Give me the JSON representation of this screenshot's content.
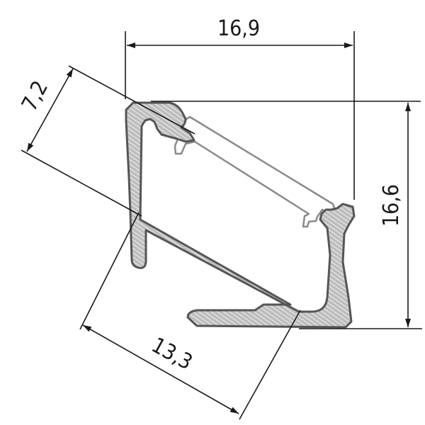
{
  "diagram": {
    "type": "technical-cross-section",
    "subject": "corner LED aluminium profile with diffuser",
    "units": "mm",
    "colors": {
      "line": "#1a1a1a",
      "profile_fill": "#c8c8c8",
      "profile_hatch": "#ffffff",
      "profile_outline": "#555555",
      "diffuser_outline": "#8a8a8a"
    },
    "dimensions": {
      "top_width": {
        "label": "16,9",
        "orientation": "horizontal"
      },
      "right_height": {
        "label": "16,6",
        "orientation": "vertical"
      },
      "diffuser_depth": {
        "label": "7,2",
        "orientation": "diagonal"
      },
      "base_width": {
        "label": "13,3",
        "orientation": "diagonal"
      }
    }
  }
}
